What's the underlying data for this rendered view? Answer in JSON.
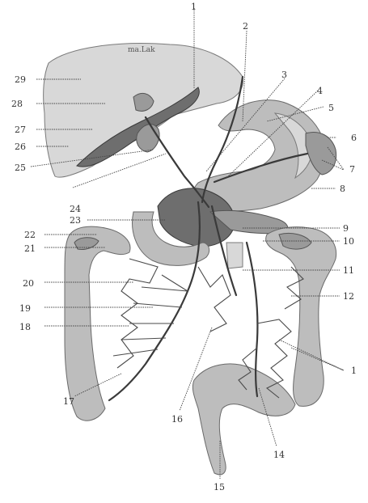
{
  "labels": [
    "1",
    "2",
    "3",
    "4",
    "5",
    "6",
    "7",
    "8",
    "9",
    "10",
    "11",
    "12",
    "1",
    "14",
    "15",
    "16",
    "17",
    "18",
    "19",
    "20",
    "21",
    "22",
    "23",
    "24",
    "25",
    "26",
    "27",
    "28",
    "29"
  ],
  "liver_text": "ma.Lak"
}
